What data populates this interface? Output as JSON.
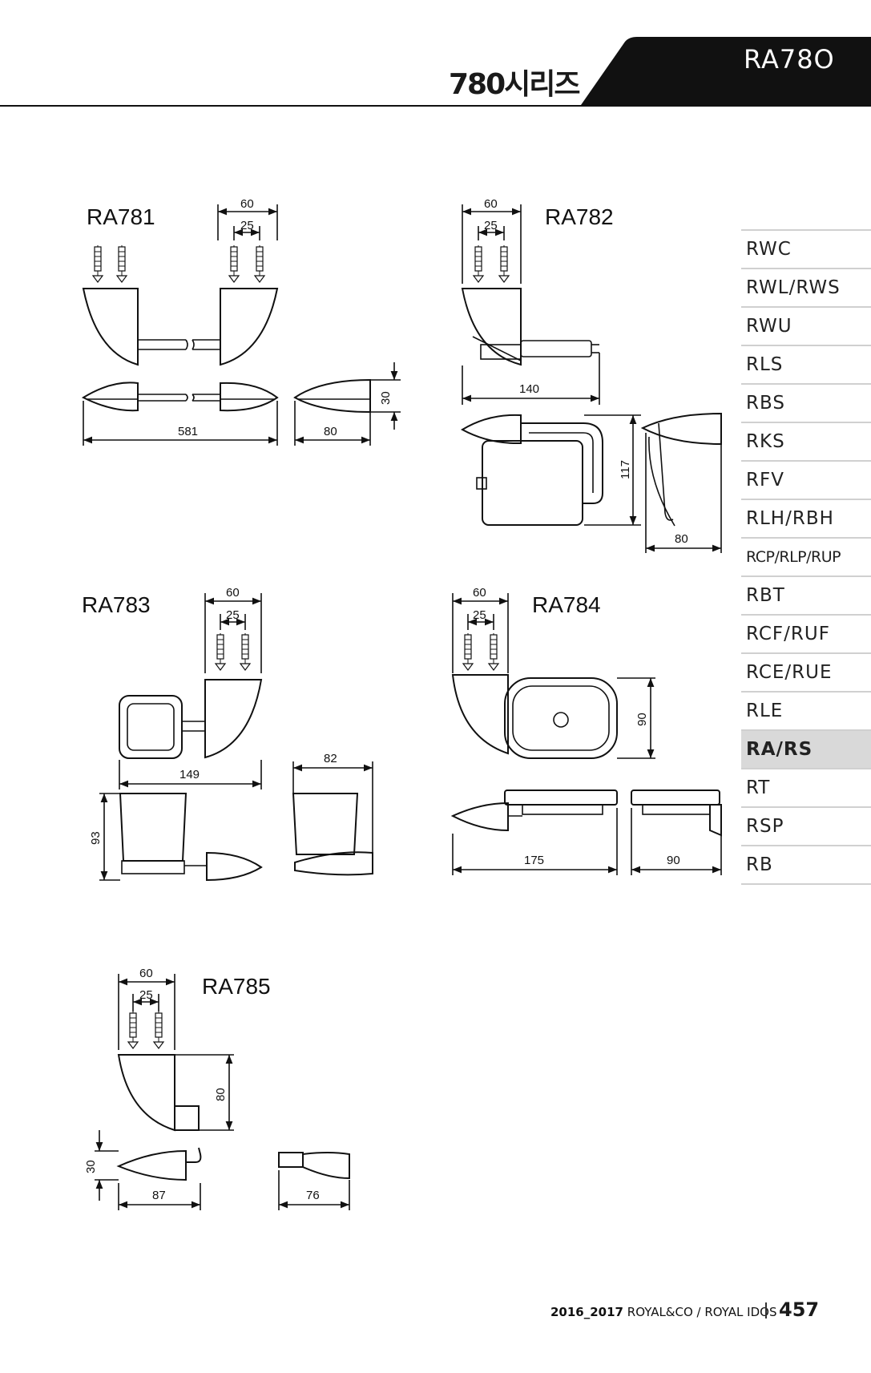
{
  "header": {
    "series_title": "780시리즈",
    "series_code": "RA78O"
  },
  "products": [
    {
      "code": "RA781",
      "dims": [
        "60",
        "25",
        "581",
        "80",
        "30"
      ]
    },
    {
      "code": "RA782",
      "dims": [
        "60",
        "25",
        "140",
        "117",
        "80"
      ]
    },
    {
      "code": "RA783",
      "dims": [
        "60",
        "25",
        "149",
        "93",
        "82"
      ]
    },
    {
      "code": "RA784",
      "dims": [
        "60",
        "25",
        "90",
        "175",
        "90"
      ]
    },
    {
      "code": "RA785",
      "dims": [
        "60",
        "25",
        "80",
        "30",
        "87",
        "76"
      ]
    }
  ],
  "nav": {
    "items": [
      "RWC",
      "RWL/RWS",
      "RWU",
      "RLS",
      "RBS",
      "RKS",
      "RFV",
      "RLH/RBH",
      "RCP/RLP/RUP",
      "RBT",
      "RCF/RUF",
      "RCE/RUE",
      "RLE",
      "RA/RS",
      "RT",
      "RSP",
      "RB"
    ],
    "active": "RA/RS"
  },
  "footer": {
    "years": "2016_2017",
    "brand": "ROYAL&CO / ROYAL IDOS",
    "page": "457"
  },
  "colors": {
    "header_tab": "#111111",
    "nav_active": "#d9d9d9",
    "nav_divider": "#d0d0d0"
  }
}
